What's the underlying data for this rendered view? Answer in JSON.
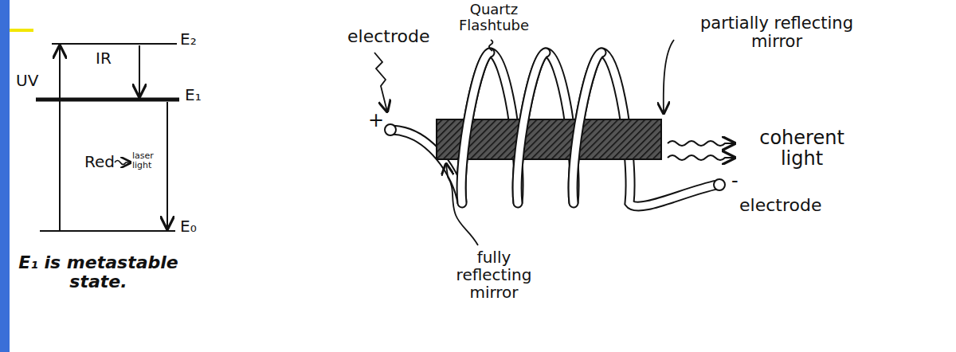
{
  "diagram": {
    "labels": [
      "E₂",
      "E₁",
      "E₀",
      "UV",
      "IR",
      "Red",
      "laser light",
      "E₁ is metastable state.",
      "electrode",
      "Quartz Flashtube",
      "partially reflecting mirror",
      "coherent light",
      "+",
      "-",
      "electrode",
      "fully reflecting mirror"
    ]
  }
}
